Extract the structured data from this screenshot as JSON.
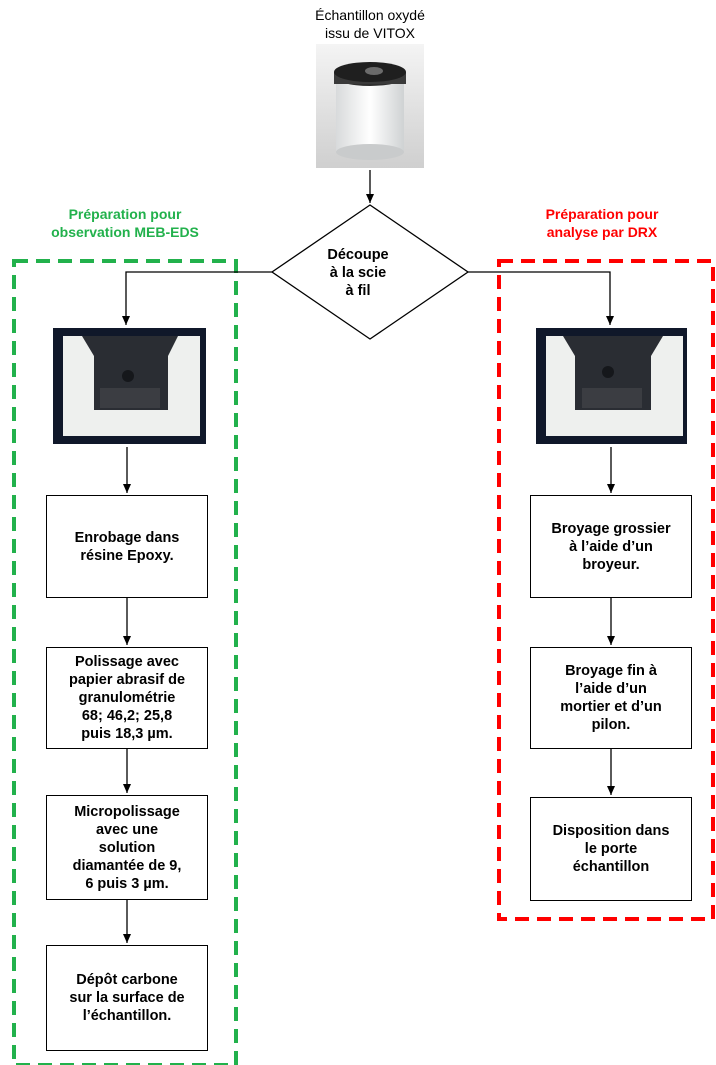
{
  "header": {
    "title_line1": "Échantillon oxydé",
    "title_line2": "issu de VITOX"
  },
  "colors": {
    "left_border": "#22b14c",
    "right_border": "#ff0000",
    "left_title": "#22b14c",
    "right_title": "#ff0000"
  },
  "left": {
    "title_line1": "Préparation pour",
    "title_line2": "observation MEB-EDS",
    "steps": [
      "Enrobage dans\nrésine Epoxy.",
      "Polissage avec\npapier abrasif de\ngranulométrie\n68; 46,2; 25,8\npuis 18,3 µm.",
      "Micropolissage\navec une\nsolution\ndiamantée de 9,\n6 puis 3 µm.",
      "Dépôt carbone\nsur la surface de\nl’échantillon."
    ]
  },
  "right": {
    "title_line1": "Préparation pour",
    "title_line2": "analyse par DRX",
    "steps": [
      "Broyage grossier\nà l’aide d’un\nbroyeur.",
      "Broyage fin à\nl’aide d’un\nmortier et d’un\npilon.",
      "Disposition dans\nle porte\néchantillon"
    ]
  },
  "decision": {
    "label": "Découpe\nà la scie\nà fil"
  }
}
